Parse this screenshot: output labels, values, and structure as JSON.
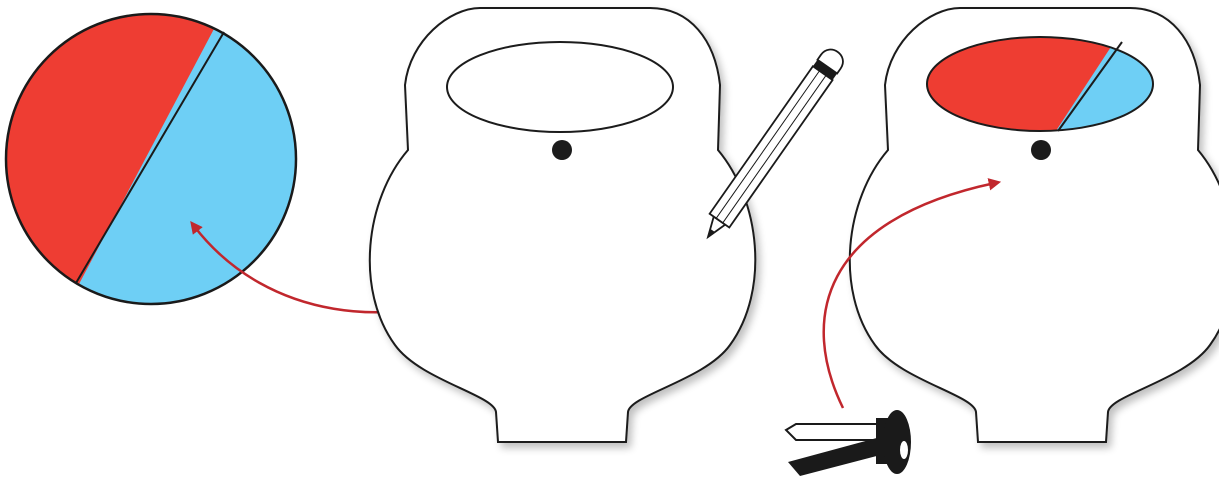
{
  "colors": {
    "red": "#ee3d33",
    "blue": "#6ecff5",
    "outline": "#1a1a1a",
    "arrow": "#c1272d",
    "background": "#ffffff"
  },
  "diagram": {
    "panels": [
      {
        "name": "color-wheel",
        "description_icon": "split-circle-icon"
      },
      {
        "name": "blank-card",
        "description_icon": "pencil-icon"
      },
      {
        "name": "assembled-card",
        "description_icon": "brad-fastener-icon"
      }
    ]
  }
}
